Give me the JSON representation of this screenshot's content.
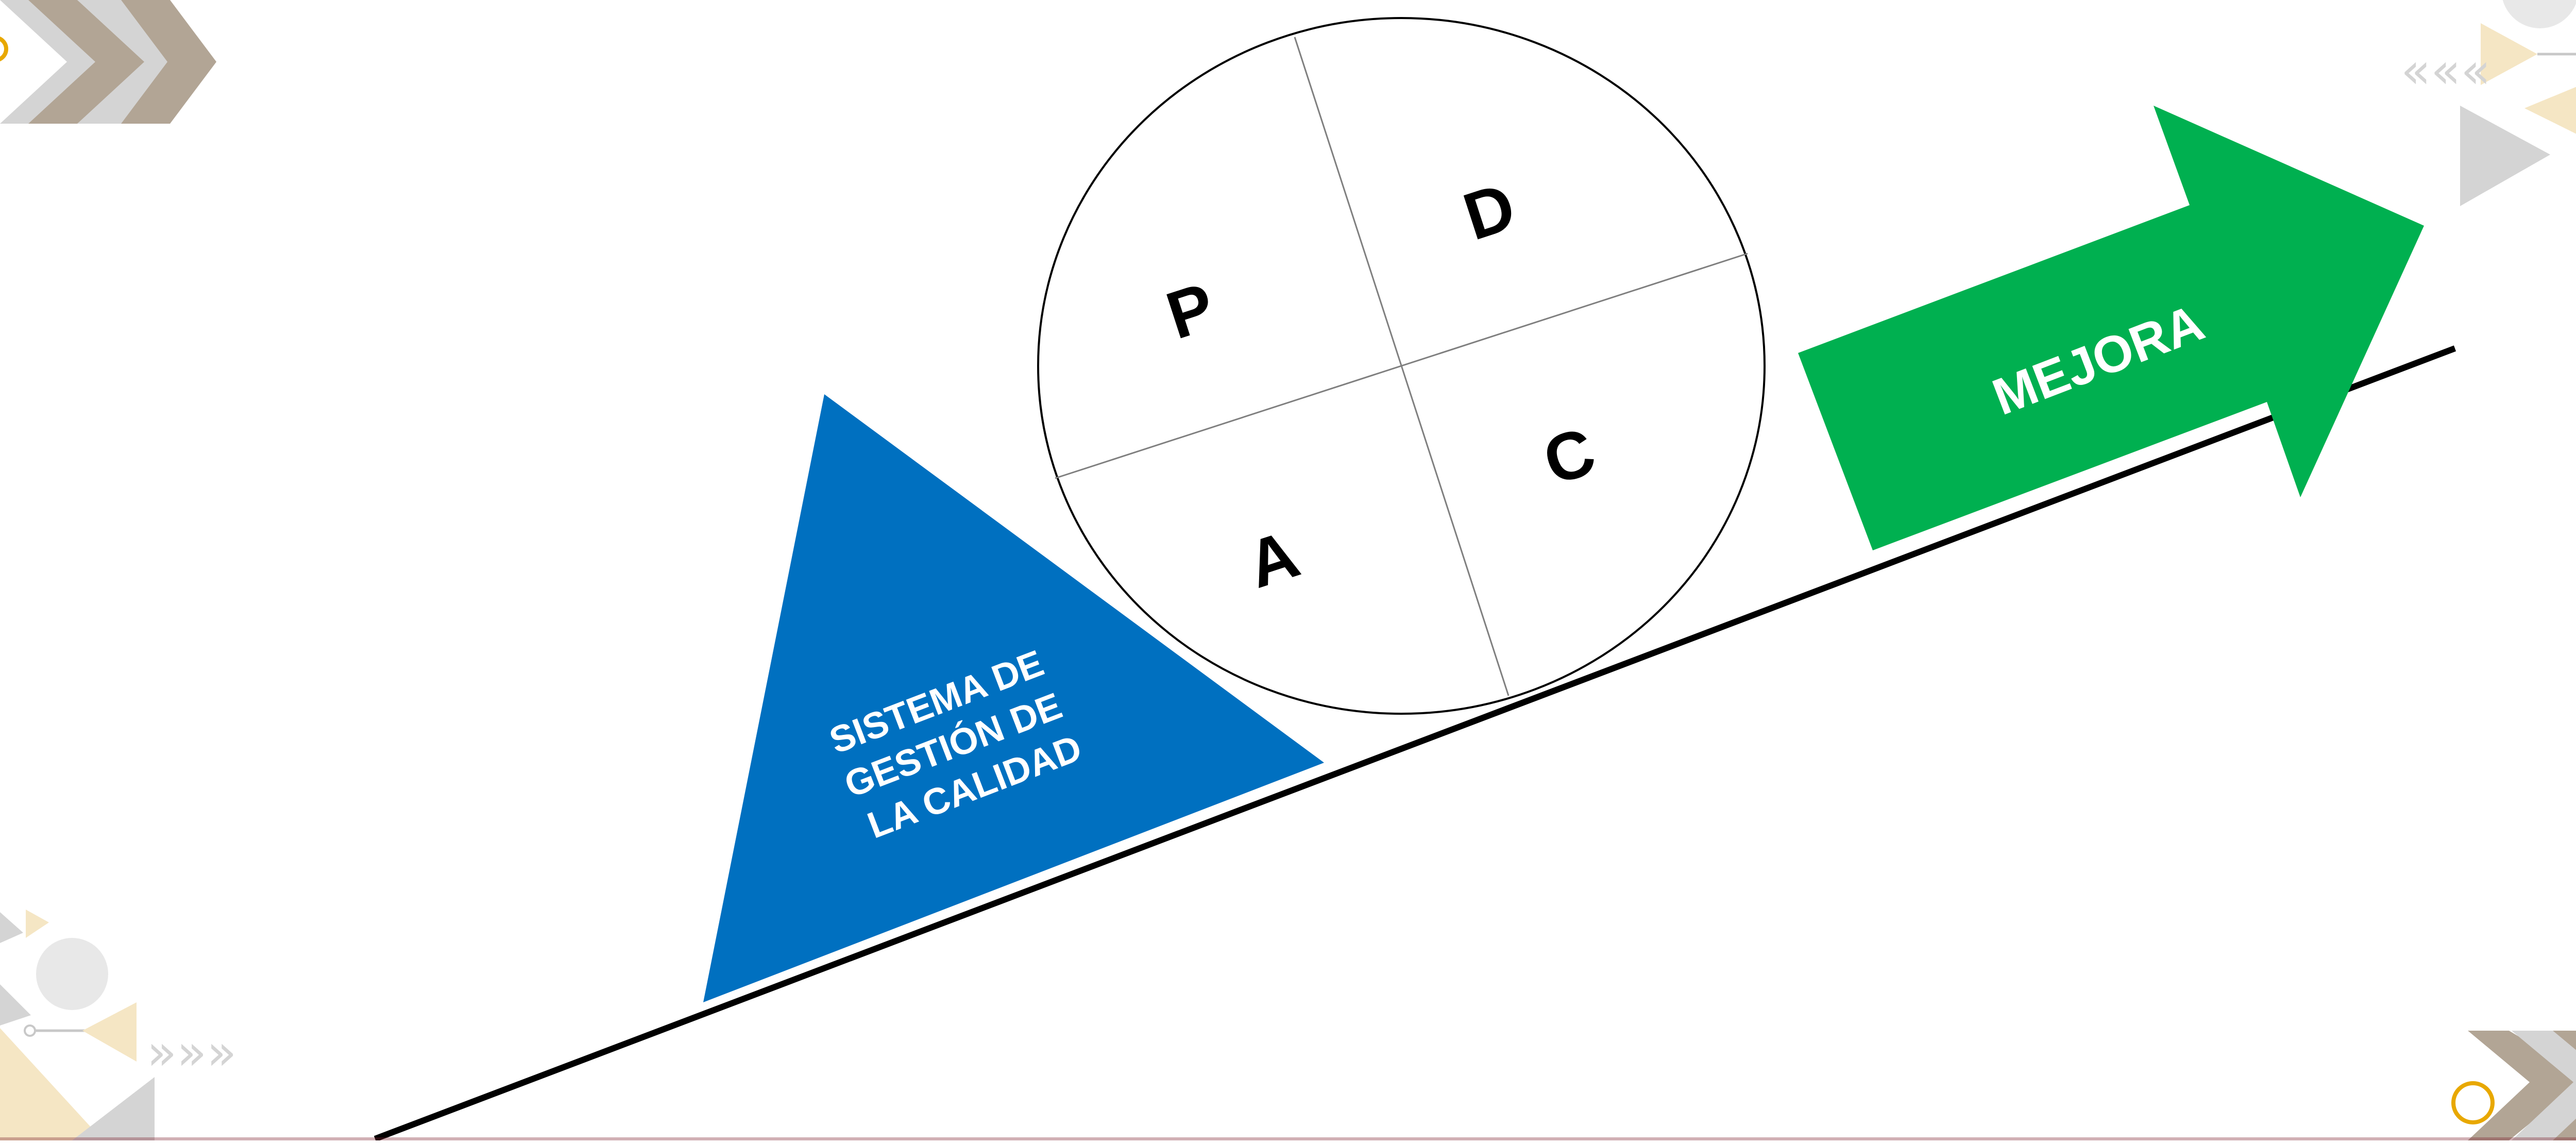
{
  "diagram": {
    "triangle": {
      "lines": [
        "SISTEMA DE",
        "GESTIÓN DE",
        "LA CALIDAD"
      ],
      "color": "#0070C0"
    },
    "pdca": {
      "p": "P",
      "d": "D",
      "c": "C",
      "a": "A"
    },
    "arrow": {
      "label": "MEJORA",
      "color": "#00B050"
    },
    "ramp_color": "#000000"
  },
  "decor": {
    "beige": "#B2A595",
    "light_beige": "#F5E6C4",
    "gray": "#D4D4D4",
    "gold": "#E8A800",
    "stripe": "#7A1E2A",
    "chevrons_left": "»»»",
    "chevrons_right": "«««"
  }
}
